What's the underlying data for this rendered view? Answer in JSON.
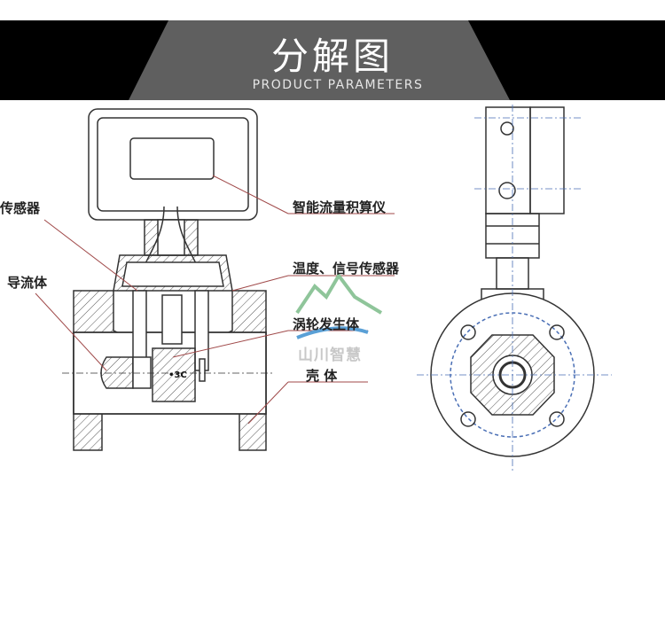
{
  "header": {
    "title": "分解图",
    "subtitle": "PRODUCT PARAMETERS"
  },
  "labels": {
    "sensor": "传感器",
    "flow_guide": "导流体",
    "integrator": "智能流量积算仪",
    "temp_signal_sensor": "温度、信号传感器",
    "vortex_generator": "涡轮发生体",
    "housing": "壳 体"
  },
  "watermark": {
    "text": "山川智慧"
  },
  "colors": {
    "band": "#000000",
    "trapezoid": "#5f5f5f",
    "leader": "#a04a4a",
    "line": "#333333"
  }
}
